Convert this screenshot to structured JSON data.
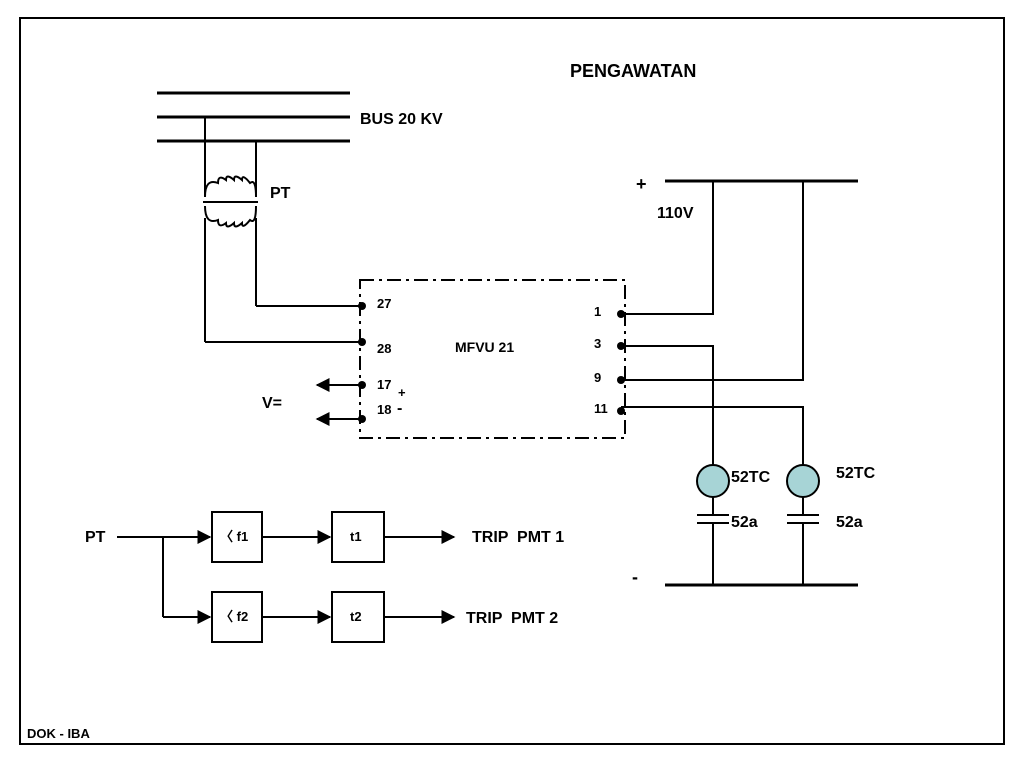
{
  "title": "PENGAWATAN",
  "bus_label": "BUS 20 KV",
  "pt_label": "PT",
  "supply": {
    "plus": "+",
    "minus": "-",
    "voltage": "110V"
  },
  "relay": {
    "name": "MFVU 21",
    "left_terminals": [
      "27",
      "28",
      "17",
      "18"
    ],
    "right_terminals": [
      "1",
      "3",
      "9",
      "11"
    ],
    "polarity_plus": "+",
    "polarity_minus": "-",
    "output_label": "V="
  },
  "trip_coils": [
    {
      "coil": "52TC",
      "contact": "52a"
    },
    {
      "coil": "52TC",
      "contact": "52a"
    }
  ],
  "logic": {
    "input": "PT",
    "stages": [
      {
        "freq": "〈 f1",
        "timer": "t1",
        "output": "TRIP  PMT 1"
      },
      {
        "freq": "〈 f2",
        "timer": "t2",
        "output": "TRIP  PMT 2"
      }
    ]
  },
  "footer": "DOK - IBA",
  "colors": {
    "coil_fill": "#a7d4d6",
    "line": "#000000"
  }
}
